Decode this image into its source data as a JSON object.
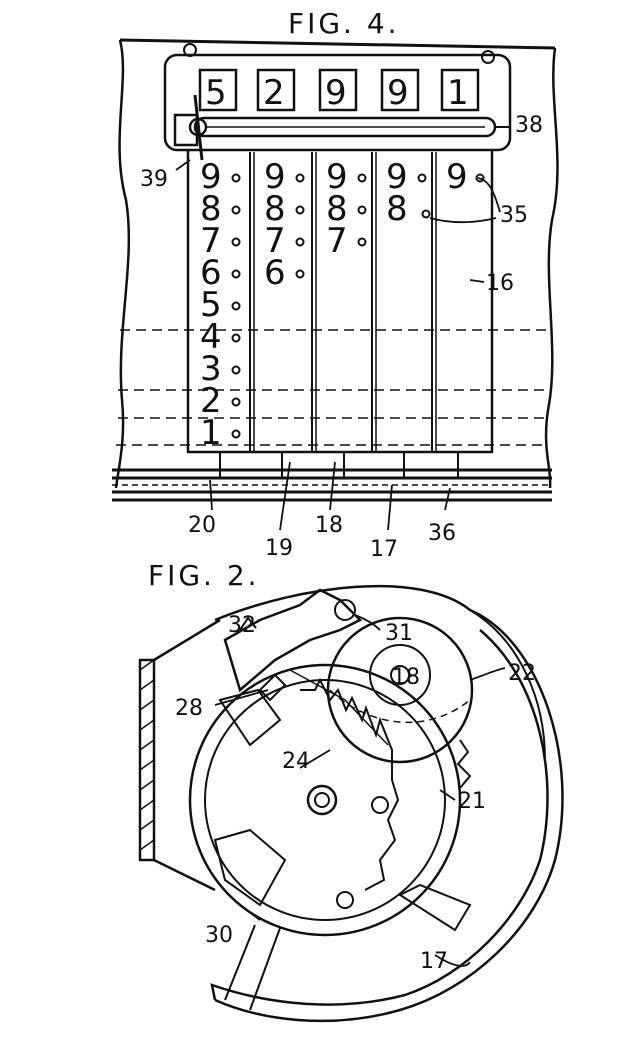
{
  "fig4": {
    "title": "FIG. 4.",
    "window_digits": [
      "5",
      "2",
      "9",
      "9",
      "1"
    ],
    "columns": [
      {
        "digits": [
          "9",
          "8",
          "7",
          "6",
          "5",
          "4",
          "3",
          "2",
          "1"
        ],
        "label": "20"
      },
      {
        "digits": [
          "9",
          "8",
          "7",
          "6"
        ],
        "label": "19"
      },
      {
        "digits": [
          "9",
          "8",
          "7"
        ],
        "label": "18"
      },
      {
        "digits": [
          "9",
          "8"
        ],
        "label": "17"
      },
      {
        "digits": [
          "9"
        ],
        "label": "36"
      }
    ],
    "labels": {
      "l38": "38",
      "l39": "39",
      "l35": "35",
      "l16": "16"
    }
  },
  "fig2": {
    "title": "FIG. 2.",
    "labels": {
      "l31": "31",
      "l22": "22",
      "l28": "28",
      "l24": "24",
      "l21": "21",
      "l30": "30",
      "l17": "17",
      "l32": "32",
      "l18": "18"
    }
  }
}
